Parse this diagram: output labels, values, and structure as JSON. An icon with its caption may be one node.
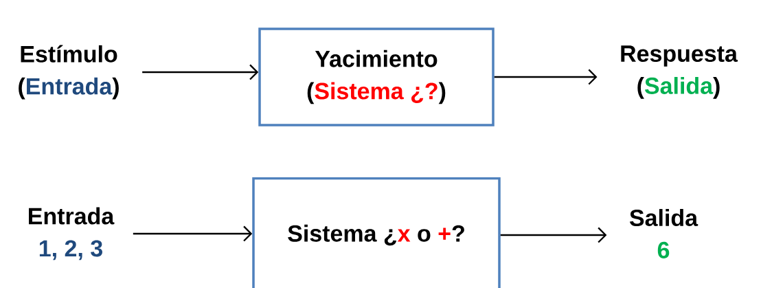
{
  "diagram": {
    "nodes": [
      {
        "text": [
          "Estímulo",
          "(",
          "Entrada",
          ")"
        ]
      },
      {
        "text": [
          "Yacimiento",
          "(",
          "Sistema ¿?",
          ")"
        ]
      },
      {
        "text": [
          "Respuesta",
          "(",
          "Salida",
          ")"
        ]
      },
      {
        "text": [
          "Entrada",
          "1, 2, 3"
        ]
      },
      {
        "text": [
          "Sistema",
          "¿",
          "x",
          "o",
          "+",
          "?"
        ]
      },
      {
        "text": [
          "Salida",
          "6"
        ]
      }
    ],
    "edges": [
      {
        "from": 0,
        "to": 1,
        "arrow": "to"
      },
      {
        "from": 1,
        "to": 2,
        "arrow": "to"
      },
      {
        "from": 3,
        "to": 4,
        "arrow": "to"
      },
      {
        "from": 4,
        "to": 5,
        "arrow": "to"
      }
    ]
  }
}
